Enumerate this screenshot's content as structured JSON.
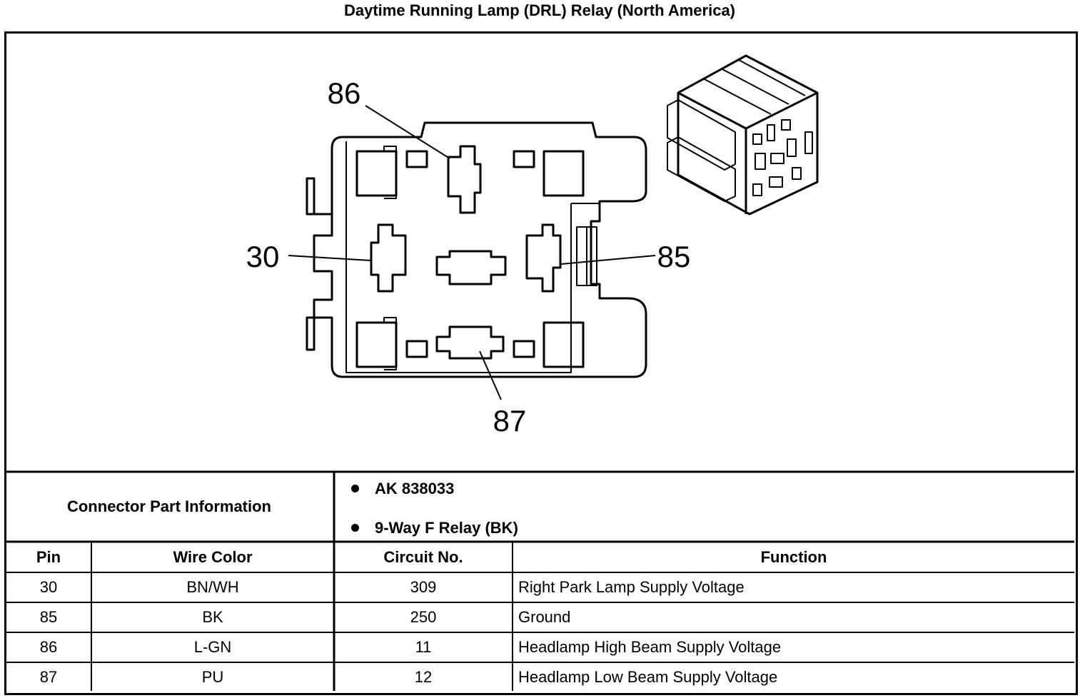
{
  "title": "Daytime Running Lamp (DRL) Relay (North America)",
  "diagram": {
    "pin_labels": [
      "86",
      "30",
      "85",
      "87"
    ]
  },
  "connector_info": {
    "label": "Connector Part Information",
    "items": [
      "AK 838033",
      "9-Way F Relay (BK)"
    ]
  },
  "table": {
    "headers": [
      "Pin",
      "Wire Color",
      "Circuit No.",
      "Function"
    ],
    "rows": [
      {
        "pin": "30",
        "wire_color": "BN/WH",
        "circuit": "309",
        "function": "Right Park Lamp Supply Voltage"
      },
      {
        "pin": "85",
        "wire_color": "BK",
        "circuit": "250",
        "function": "Ground"
      },
      {
        "pin": "86",
        "wire_color": "L-GN",
        "circuit": "11",
        "function": "Headlamp High Beam Supply Voltage"
      },
      {
        "pin": "87",
        "wire_color": "PU",
        "circuit": "12",
        "function": "Headlamp Low Beam Supply Voltage"
      }
    ]
  }
}
